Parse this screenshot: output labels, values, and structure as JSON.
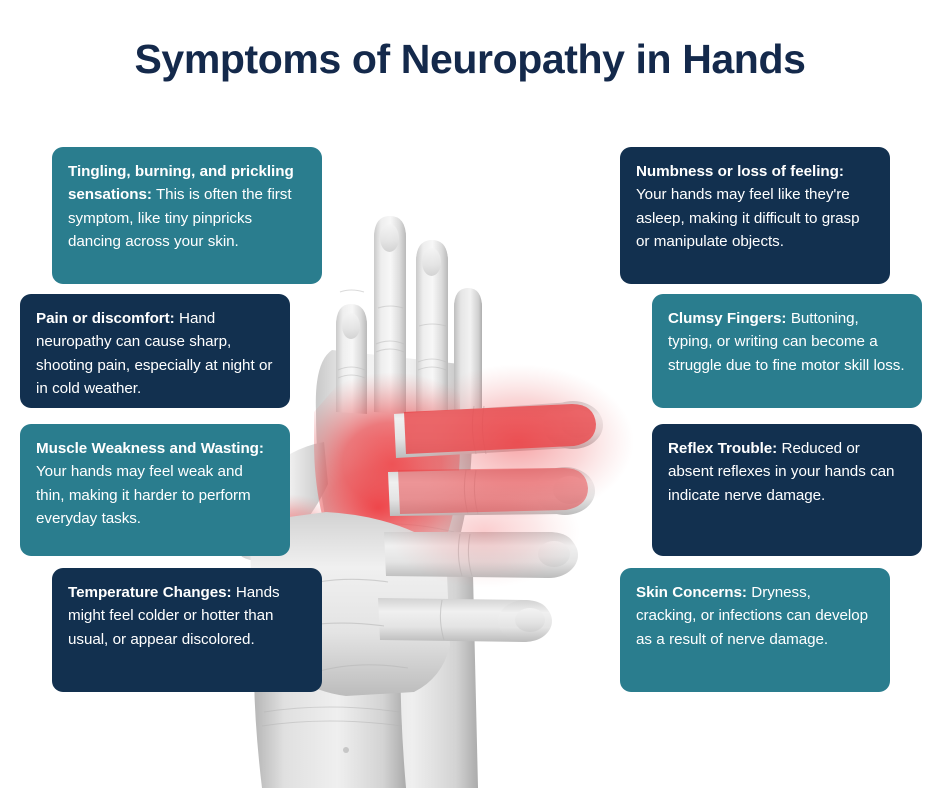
{
  "page": {
    "title": "Symptoms of Neuropathy in Hands",
    "background_color": "#ffffff"
  },
  "theme": {
    "teal": "#2a7d8e",
    "navy": "#12304f",
    "title_color": "#14294b",
    "card_text_color": "#ffffff",
    "pain_highlight_color": "#e8464a"
  },
  "illustration": {
    "name": "two-hands-grayscale-with-red-pain-highlight",
    "description": "Black and white photograph of one hand gripping the wrist and palm of another hand, with a red glowing overlay marking the painful nerve area across the back of the hand and wrist."
  },
  "cards": {
    "tingling": {
      "lead": "Tingling, burning, and prickling sensations:",
      "body": " This is often the first symptom, like tiny pinpricks dancing across your skin.",
      "color": "teal"
    },
    "pain": {
      "lead": "Pain or discomfort:",
      "body": " Hand neuropathy can cause sharp, shooting pain, especially at night or in cold weather.",
      "color": "navy"
    },
    "muscle": {
      "lead": "Muscle Weakness and Wasting:",
      "body": " Your hands may feel weak and thin, making it harder to perform everyday tasks.",
      "color": "teal"
    },
    "temperature": {
      "lead": "Temperature Changes:",
      "body": " Hands might feel colder or hotter than usual, or appear discolored.",
      "color": "navy"
    },
    "numbness": {
      "lead": "Numbness or loss of feeling:",
      "body": " Your hands may feel like they're asleep, making it difficult to grasp or manipulate objects.",
      "color": "navy"
    },
    "clumsy": {
      "lead": "Clumsy Fingers:",
      "body": " Buttoning, typing, or writing can become a struggle due to fine motor skill loss.",
      "color": "teal"
    },
    "reflex": {
      "lead": "Reflex Trouble:",
      "body": " Reduced or absent reflexes in your hands can indicate nerve damage.",
      "color": "navy"
    },
    "skin": {
      "lead": "Skin Concerns:",
      "body": " Dryness, cracking, or infections can develop as a result of nerve damage.",
      "color": "teal"
    }
  }
}
